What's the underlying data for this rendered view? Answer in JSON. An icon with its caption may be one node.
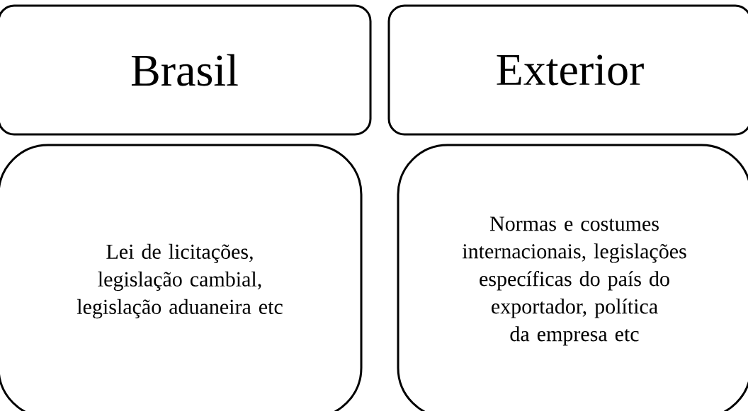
{
  "diagram": {
    "nodes": [
      {
        "text": [
          "Brasil"
        ]
      },
      {
        "text": [
          "Exterior"
        ]
      },
      {
        "text": [
          "Lei de licitações, legislação cambial, legislação aduaneira etc"
        ]
      },
      {
        "text": [
          "Normas e costumes internacionais, legislações específicas do país do exportador, política da empresa etc"
        ]
      }
    ]
  }
}
